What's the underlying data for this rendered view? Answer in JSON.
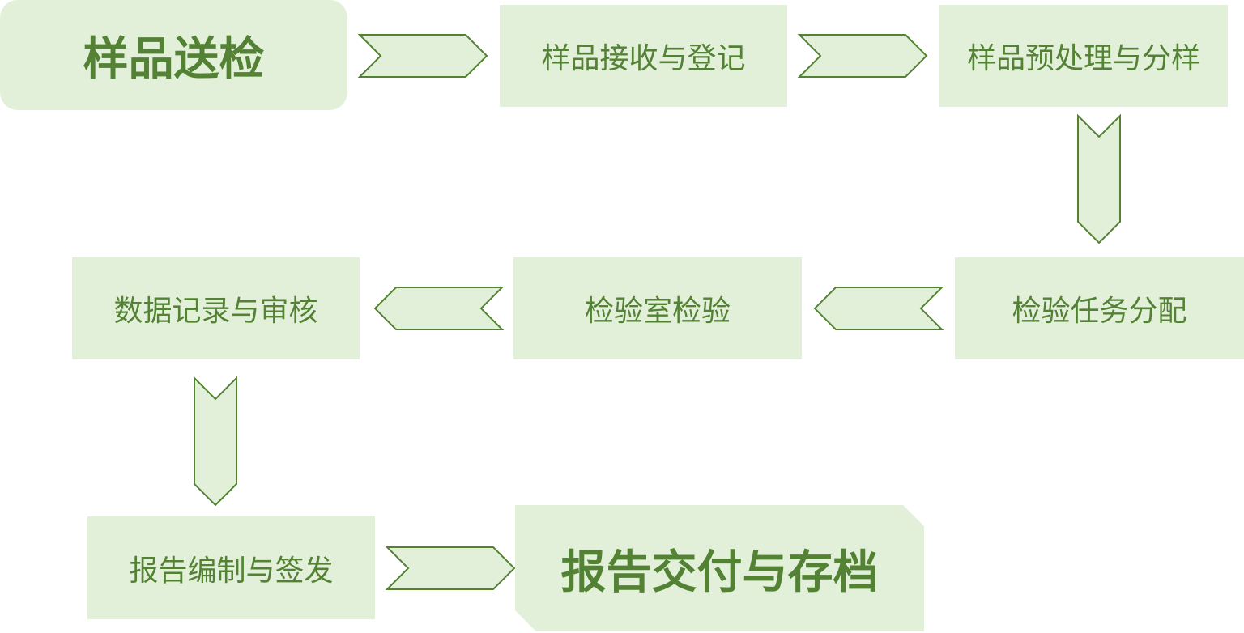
{
  "flow": {
    "steps": [
      {
        "id": "start",
        "label": "样品送检"
      },
      {
        "id": "receive",
        "label": "样品接收与登记"
      },
      {
        "id": "pretreat",
        "label": "样品预处理与分样"
      },
      {
        "id": "assign",
        "label": "检验任务分配"
      },
      {
        "id": "lab",
        "label": "检验室检验"
      },
      {
        "id": "data",
        "label": "数据记录与审核"
      },
      {
        "id": "report",
        "label": "报告编制与签发"
      },
      {
        "id": "deliver",
        "label": "报告交付与存档"
      }
    ]
  },
  "style": {
    "box_fill": "#e2f0d9",
    "text_color": "#548235",
    "arrow_stroke": "#548235"
  }
}
